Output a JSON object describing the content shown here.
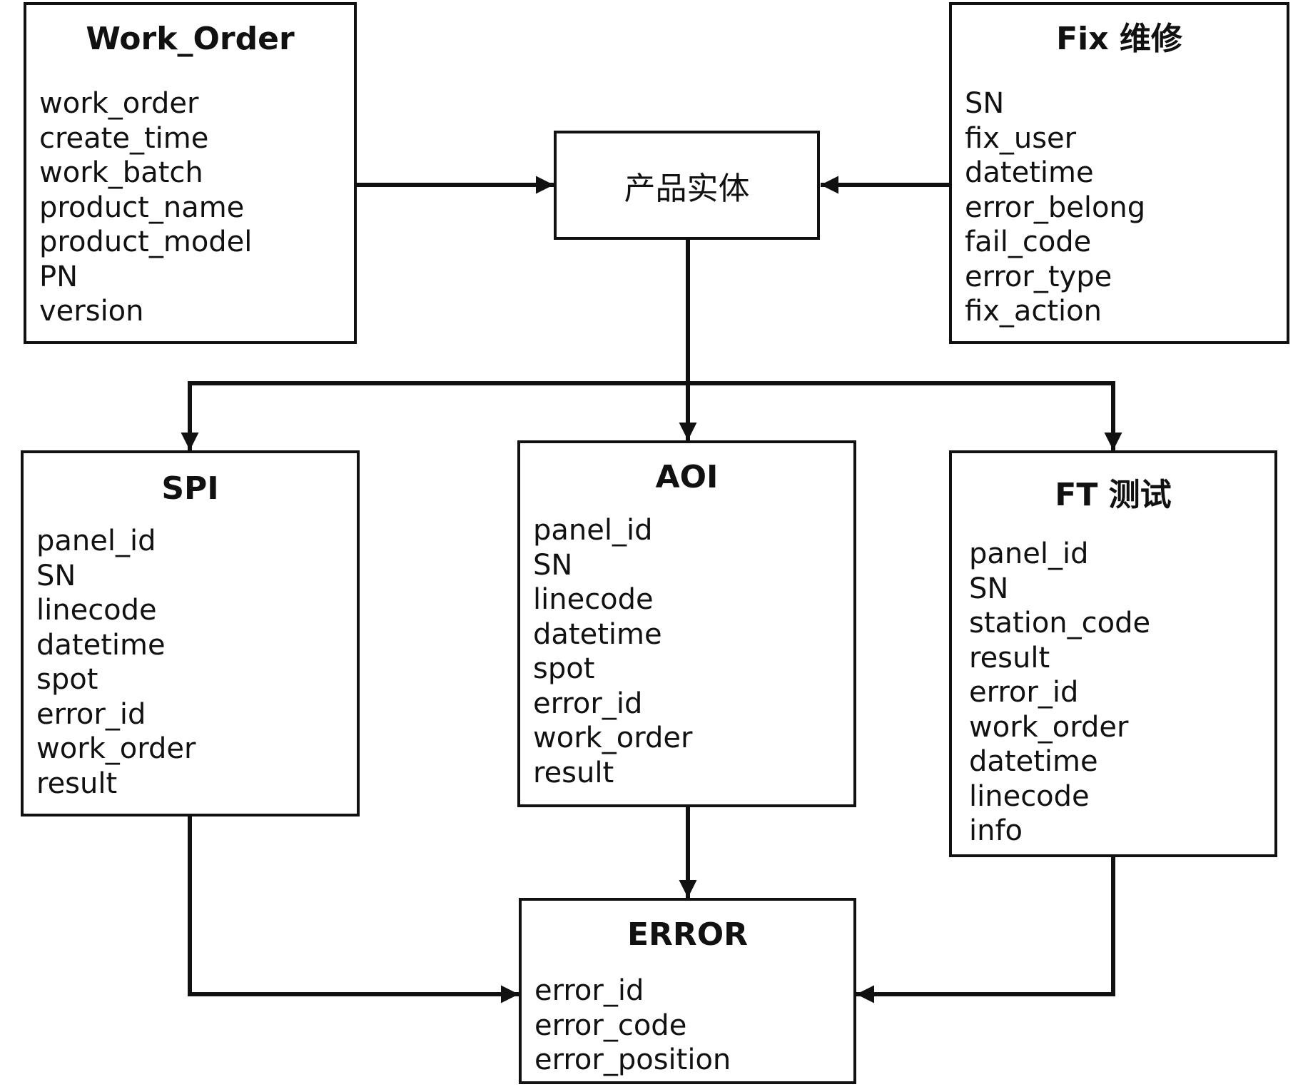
{
  "entities": {
    "work_order": {
      "title": "Work_Order",
      "fields": [
        "work_order",
        "create_time",
        "work_batch",
        "product_name",
        "product_model",
        "PN",
        "version"
      ]
    },
    "fix": {
      "title": "Fix 维修",
      "fields": [
        "SN",
        "fix_user",
        "datetime",
        "error_belong",
        "fail_code",
        "error_type",
        "fix_action"
      ]
    },
    "product": {
      "title": "产品实体"
    },
    "spi": {
      "title": "SPI",
      "fields": [
        "panel_id",
        "SN",
        "linecode",
        "datetime",
        "spot",
        "error_id",
        "work_order",
        "result"
      ]
    },
    "aoi": {
      "title": "AOI",
      "fields": [
        "panel_id",
        "SN",
        "linecode",
        "datetime",
        "spot",
        "error_id",
        "work_order",
        "result"
      ]
    },
    "ft": {
      "title": "FT 测试",
      "fields": [
        "panel_id",
        "SN",
        "station_code",
        "result",
        "error_id",
        "work_order",
        "datetime",
        "linecode",
        "info"
      ]
    },
    "error": {
      "title": "ERROR",
      "fields": [
        "error_id",
        "error_code",
        "error_position"
      ]
    }
  },
  "edges": [
    {
      "from": "work_order",
      "to": "product"
    },
    {
      "from": "fix",
      "to": "product"
    },
    {
      "from": "product",
      "to": "spi"
    },
    {
      "from": "product",
      "to": "aoi"
    },
    {
      "from": "product",
      "to": "ft"
    },
    {
      "from": "spi",
      "to": "error"
    },
    {
      "from": "aoi",
      "to": "error"
    },
    {
      "from": "ft",
      "to": "error"
    }
  ]
}
